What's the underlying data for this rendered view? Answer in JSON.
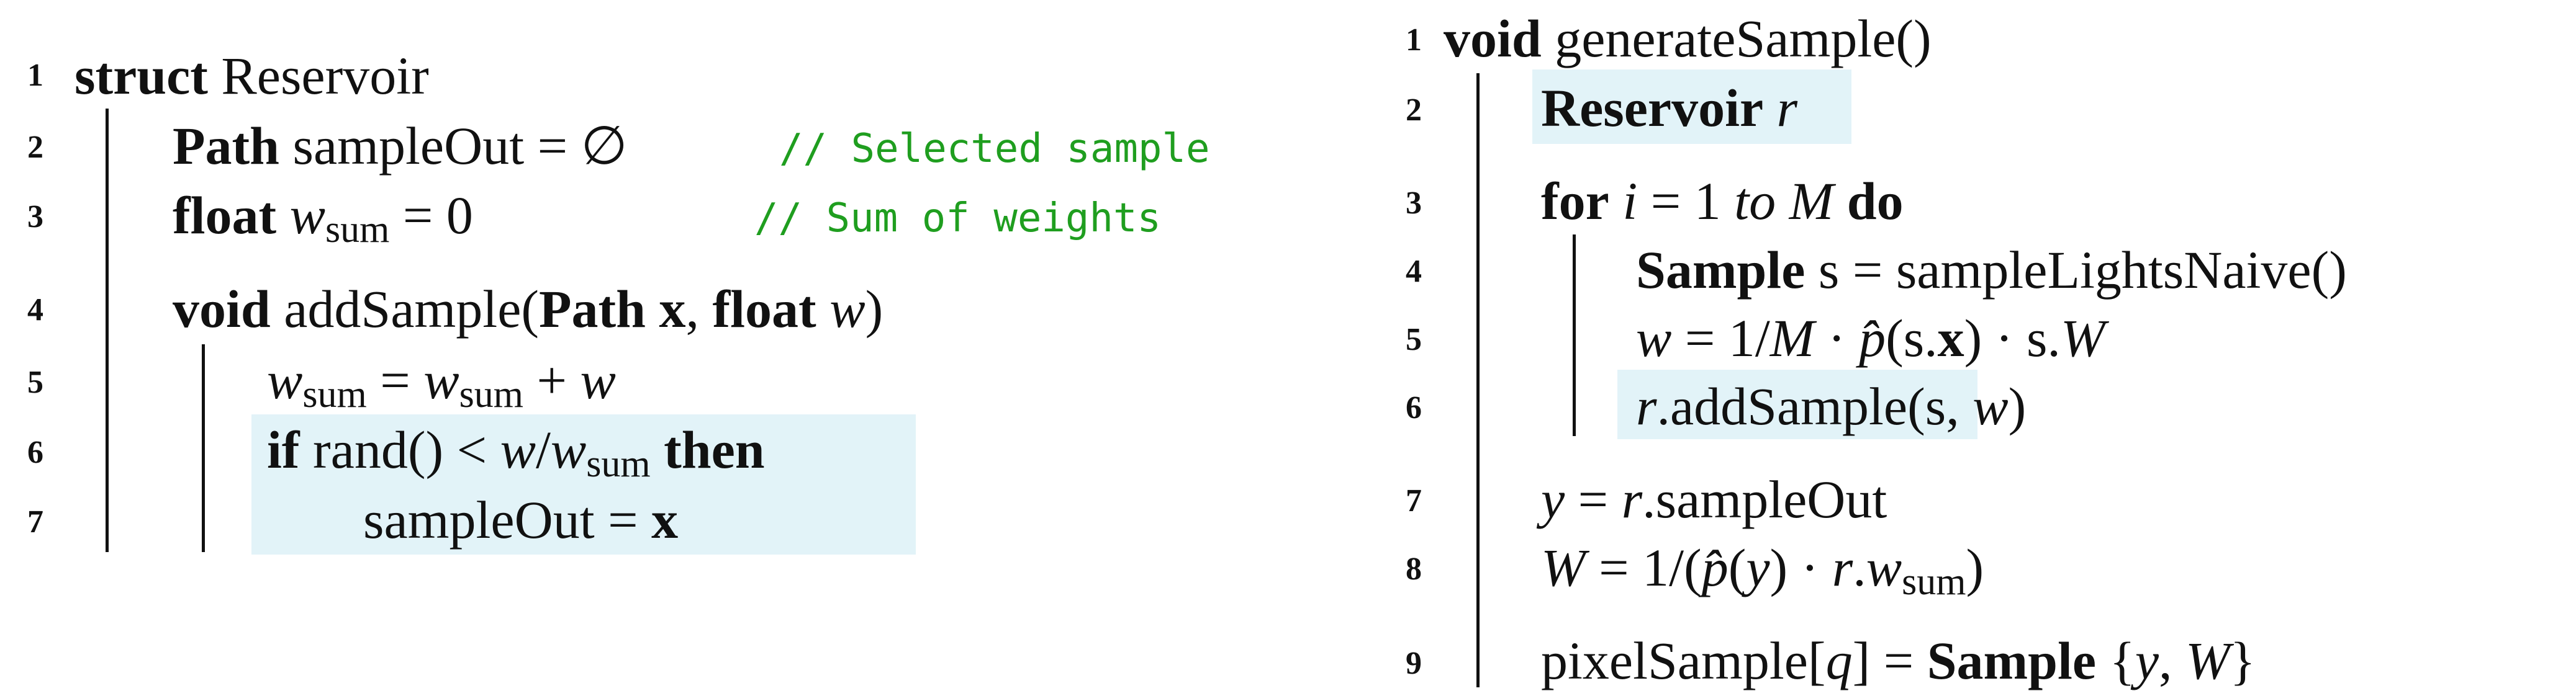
{
  "left": {
    "line_numbers": [
      "1",
      "2",
      "3",
      "4",
      "5",
      "6",
      "7"
    ],
    "l1": {
      "kw": "struct",
      "name": "Reservoir"
    },
    "l2": {
      "type": "Path",
      "rest": "sampleOut = ∅",
      "comment": "// Selected sample"
    },
    "l3": {
      "type": "float",
      "var": "w",
      "sub": "sum",
      "rest": " = 0",
      "comment": "// Sum of weights"
    },
    "l4": {
      "kw": "void",
      "fn": "addSample(",
      "t1": "Path",
      "a1": " x",
      "sep": ", ",
      "t2": "float",
      "a2": " w",
      "close": ")"
    },
    "l5": {
      "v1": "w",
      "s1": "sum",
      "eq": " = ",
      "v2": "w",
      "s2": "sum",
      "plus": " + ",
      "v3": "w"
    },
    "l6": {
      "kw_if": "if",
      "cond": " rand() < ",
      "v1": "w",
      "slash": "/",
      "v2": "w",
      "s2": "sum",
      "kw_then": " then"
    },
    "l7": {
      "lhs": "sampleOut = ",
      "rhs": "x"
    }
  },
  "right": {
    "line_numbers": [
      "1",
      "2",
      "3",
      "4",
      "5",
      "6",
      "7",
      "8",
      "9"
    ],
    "l1": {
      "kw": "void",
      "fn": " generateSample()"
    },
    "l2": {
      "type": "Reservoir",
      "var": " r"
    },
    "l3": {
      "kw_for": "for",
      "var_i": " i",
      "eq": " = 1 ",
      "to": "to",
      "var_m": " M",
      "kw_do": " do"
    },
    "l4": {
      "type": "Sample",
      "rest": " s = sampleLightsNaive()"
    },
    "l5": {
      "w": "w",
      "p1": " = 1/",
      "m": "M",
      "p2": " · ",
      "phat": "p̂",
      "p3": "(s.",
      "x": "x",
      "p4": ") · s.",
      "W": "W"
    },
    "l6": {
      "r": "r",
      "p1": ".addSample(s, ",
      "w": "w",
      "p2": ")"
    },
    "l7": {
      "y": "y",
      "p1": " = ",
      "r": "r",
      "p2": ".sampleOut"
    },
    "l8": {
      "W": "W",
      "p1": " = 1/(",
      "phat": "p̂",
      "p2": "(",
      "y": "y",
      "p3": ") · ",
      "r": "r",
      "p4": ".",
      "w": "w",
      "sub": "sum",
      "p5": ")"
    },
    "l9": {
      "p1": "pixelSample[",
      "q": "q",
      "p2": "] = ",
      "type": "Sample",
      "p3": " {",
      "y": "y",
      "p4": ", ",
      "W": "W",
      "p5": "}"
    }
  },
  "colors": {
    "highlight": "#e2f3f8",
    "comment": "#1f9e1f"
  }
}
